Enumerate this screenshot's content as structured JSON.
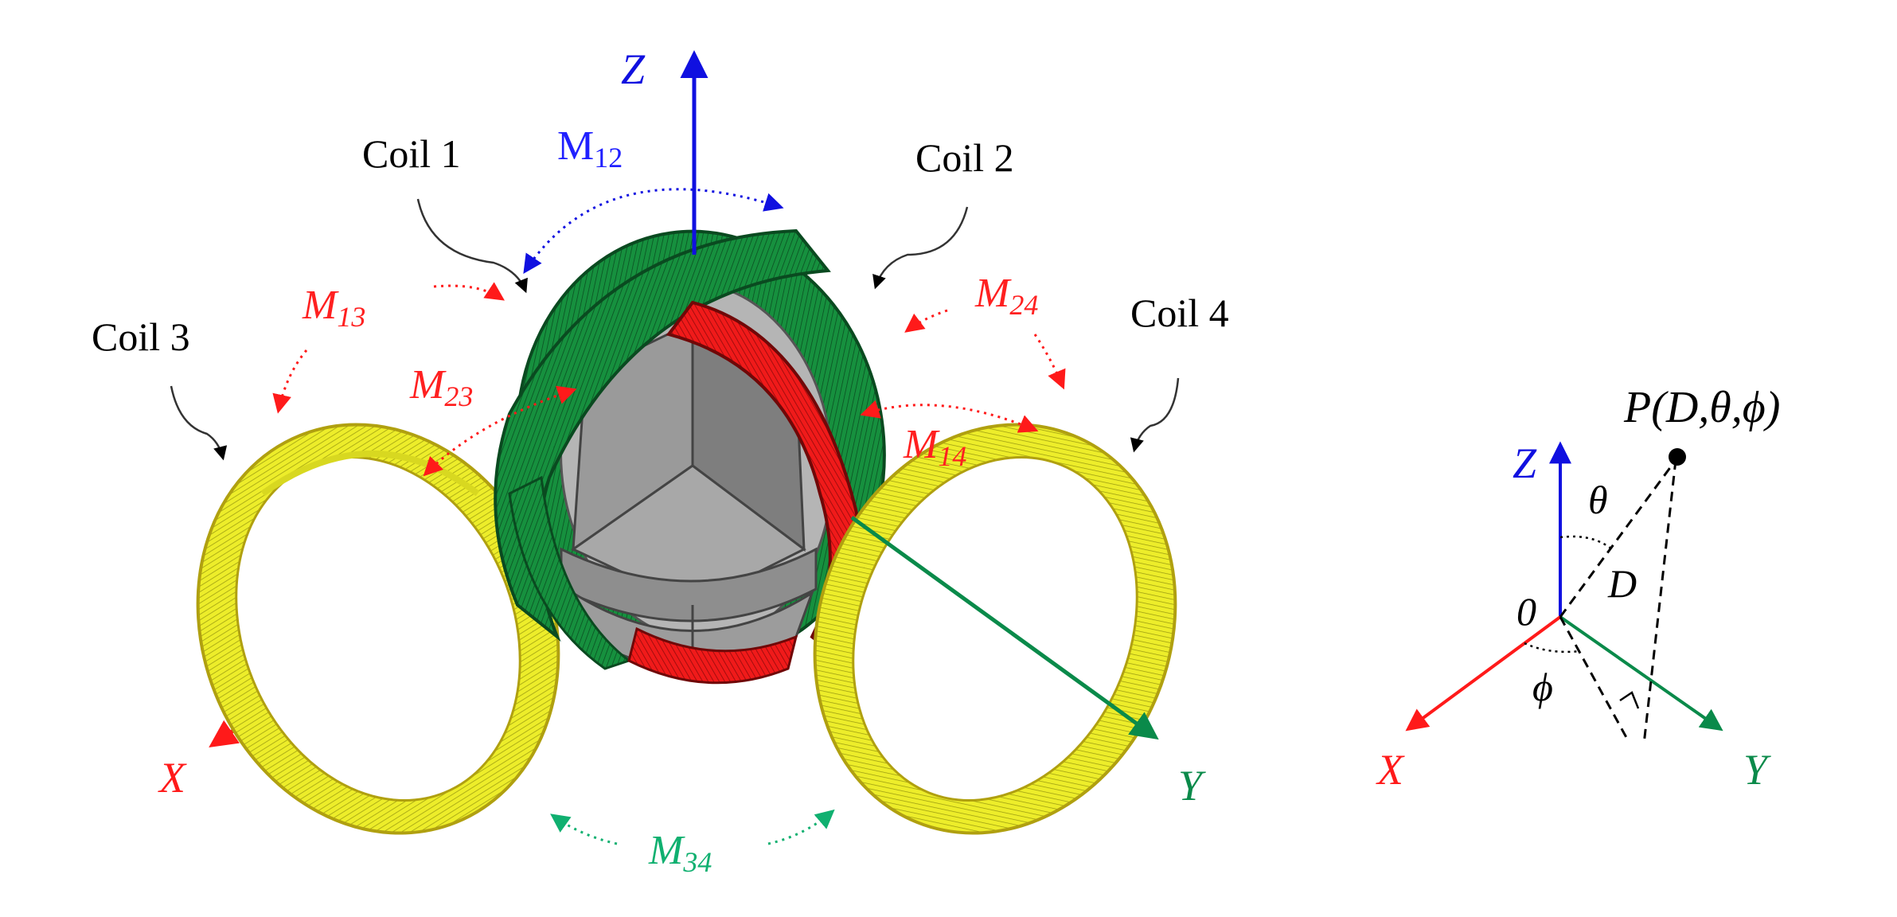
{
  "labels": {
    "coil1": "Coil 1",
    "coil2": "Coil 2",
    "coil3": "Coil 3",
    "coil4": "Coil 4",
    "m12_main": "M",
    "m12_sub": "12",
    "m13_main": "M",
    "m13_sub": "13",
    "m23_main": "M",
    "m23_sub": "23",
    "m24_main": "M",
    "m24_sub": "24",
    "m14_main": "M",
    "m14_sub": "14",
    "m34_main": "M",
    "m34_sub": "34",
    "axis_z": "Z",
    "axis_x": "X",
    "axis_y": "Y"
  },
  "coords": {
    "axis_z": "Z",
    "axis_x": "X",
    "axis_y": "Y",
    "origin": "0",
    "theta": "θ",
    "phi": "ϕ",
    "distance": "D",
    "point": "P(D,θ,ϕ)"
  },
  "colors": {
    "x_axis": "#ff1a1a",
    "y_axis": "#0a8a4a",
    "z_axis": "#1010e0",
    "coil_red": "#e81010",
    "coil_green": "#108a3c",
    "coil_yellow": "#e6e61a",
    "core_gray": "#8a8a8a",
    "label_red": "#ff2020",
    "label_blue": "#2020ff",
    "label_green": "#10b070"
  }
}
